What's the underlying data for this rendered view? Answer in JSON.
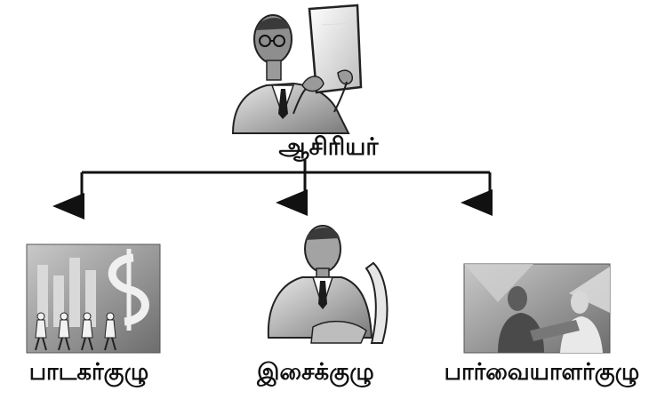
{
  "diagram": {
    "root": {
      "label": "ஆசிரியர்",
      "icon": "teacher-reading-document-icon"
    },
    "children": [
      {
        "label": "பாடகர்குழு",
        "icon": "singers-group-icon"
      },
      {
        "label": "இசைக்குழு",
        "icon": "musician-at-keyboard-icon"
      },
      {
        "label": "பார்வையாளர்குழு",
        "icon": "audience-group-icon"
      }
    ],
    "colors": {
      "line": "#111111",
      "text": "#111111"
    }
  }
}
